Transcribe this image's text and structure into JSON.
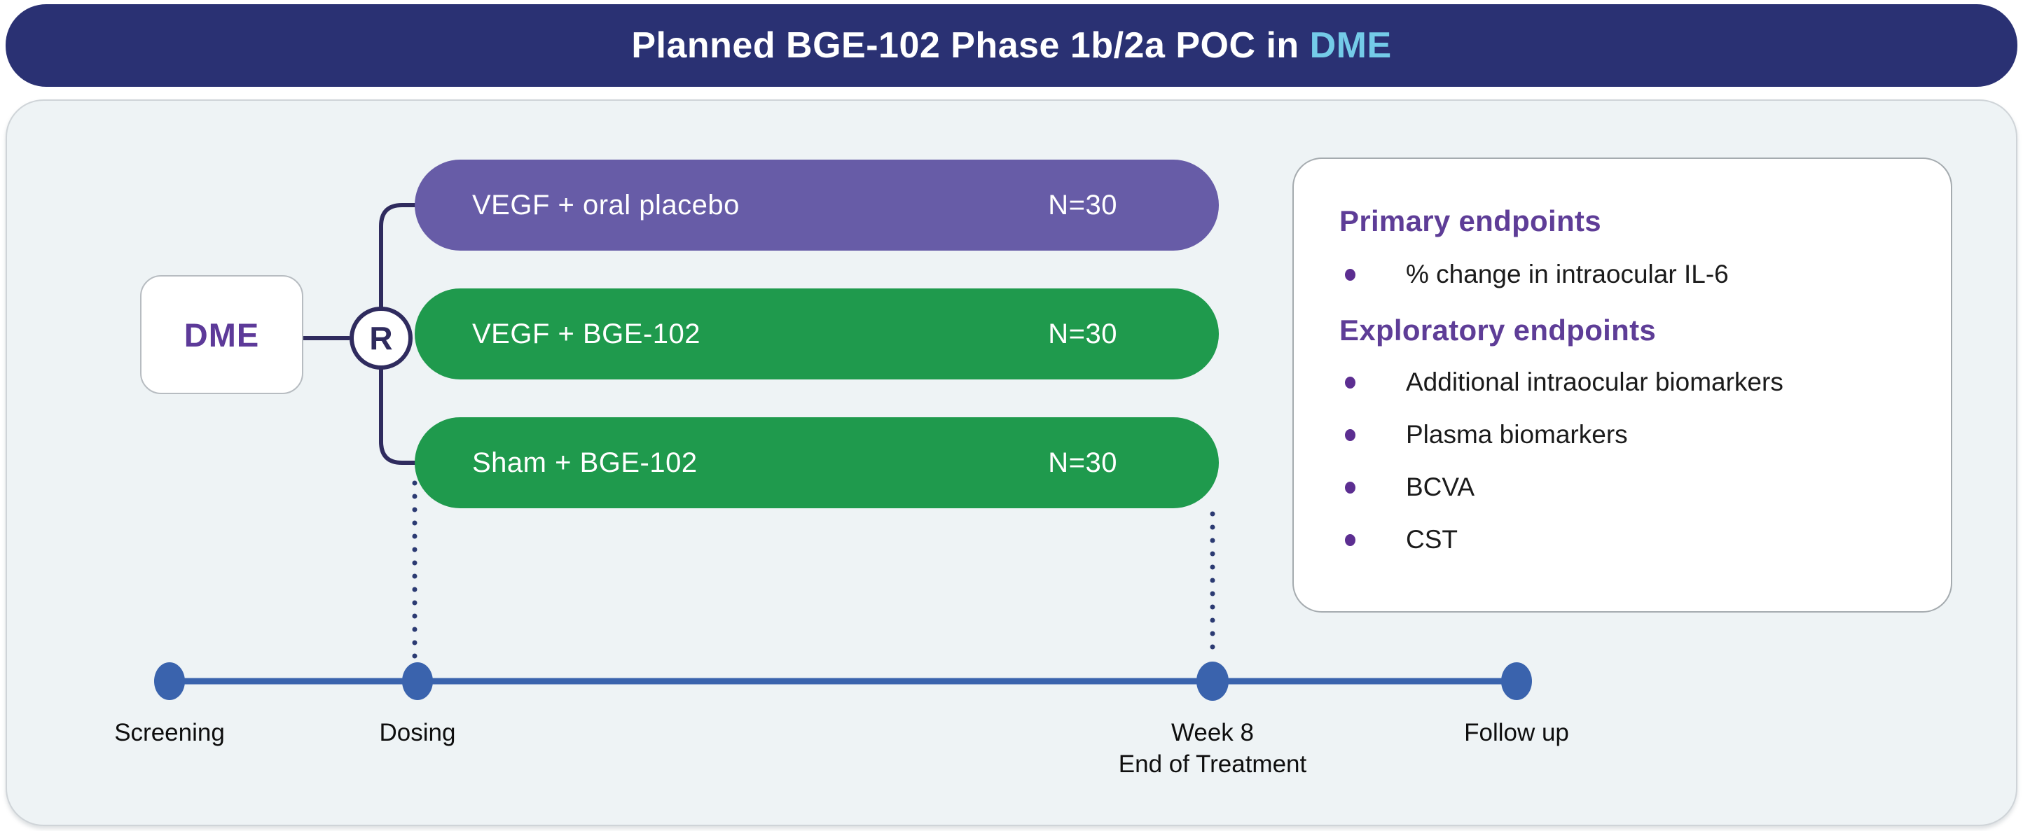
{
  "title": {
    "prefix": "Planned BGE-102 Phase 1b/2a POC in ",
    "highlight": "DME"
  },
  "colors": {
    "banner_bg": "#2a3173",
    "title_text": "#ffffff",
    "title_highlight": "#74cbe8",
    "panel_bg": "#eef3f5",
    "purple_arm": "#675ca7",
    "green_arm": "#1f9a4d",
    "accent_purple_heading": "#5e3d97",
    "bullet_purple": "#5c2e91",
    "connector_navy": "#2f2b5e",
    "timeline_blue": "#3a63ad",
    "body_text": "#1b1b1b"
  },
  "diagram": {
    "population_label": "DME",
    "randomization_label": "R",
    "arms": [
      {
        "label": "VEGF + oral placebo",
        "n": "N=30",
        "color": "purple"
      },
      {
        "label": "VEGF + BGE-102",
        "n": "N=30",
        "color": "green"
      },
      {
        "label": "Sham + BGE-102",
        "n": "N=30",
        "color": "green"
      }
    ]
  },
  "endpoints": {
    "sections": [
      {
        "heading": "Primary endpoints",
        "items": [
          "% change in intraocular IL-6"
        ]
      },
      {
        "heading": "Exploratory endpoints",
        "items": [
          "Additional intraocular biomarkers",
          "Plasma biomarkers",
          "BCVA",
          "CST"
        ]
      }
    ]
  },
  "timeline": {
    "milestones": [
      {
        "label": "Screening"
      },
      {
        "label": "Dosing"
      },
      {
        "label": "Week 8",
        "sublabel": "End of Treatment"
      },
      {
        "label": "Follow up"
      }
    ]
  }
}
